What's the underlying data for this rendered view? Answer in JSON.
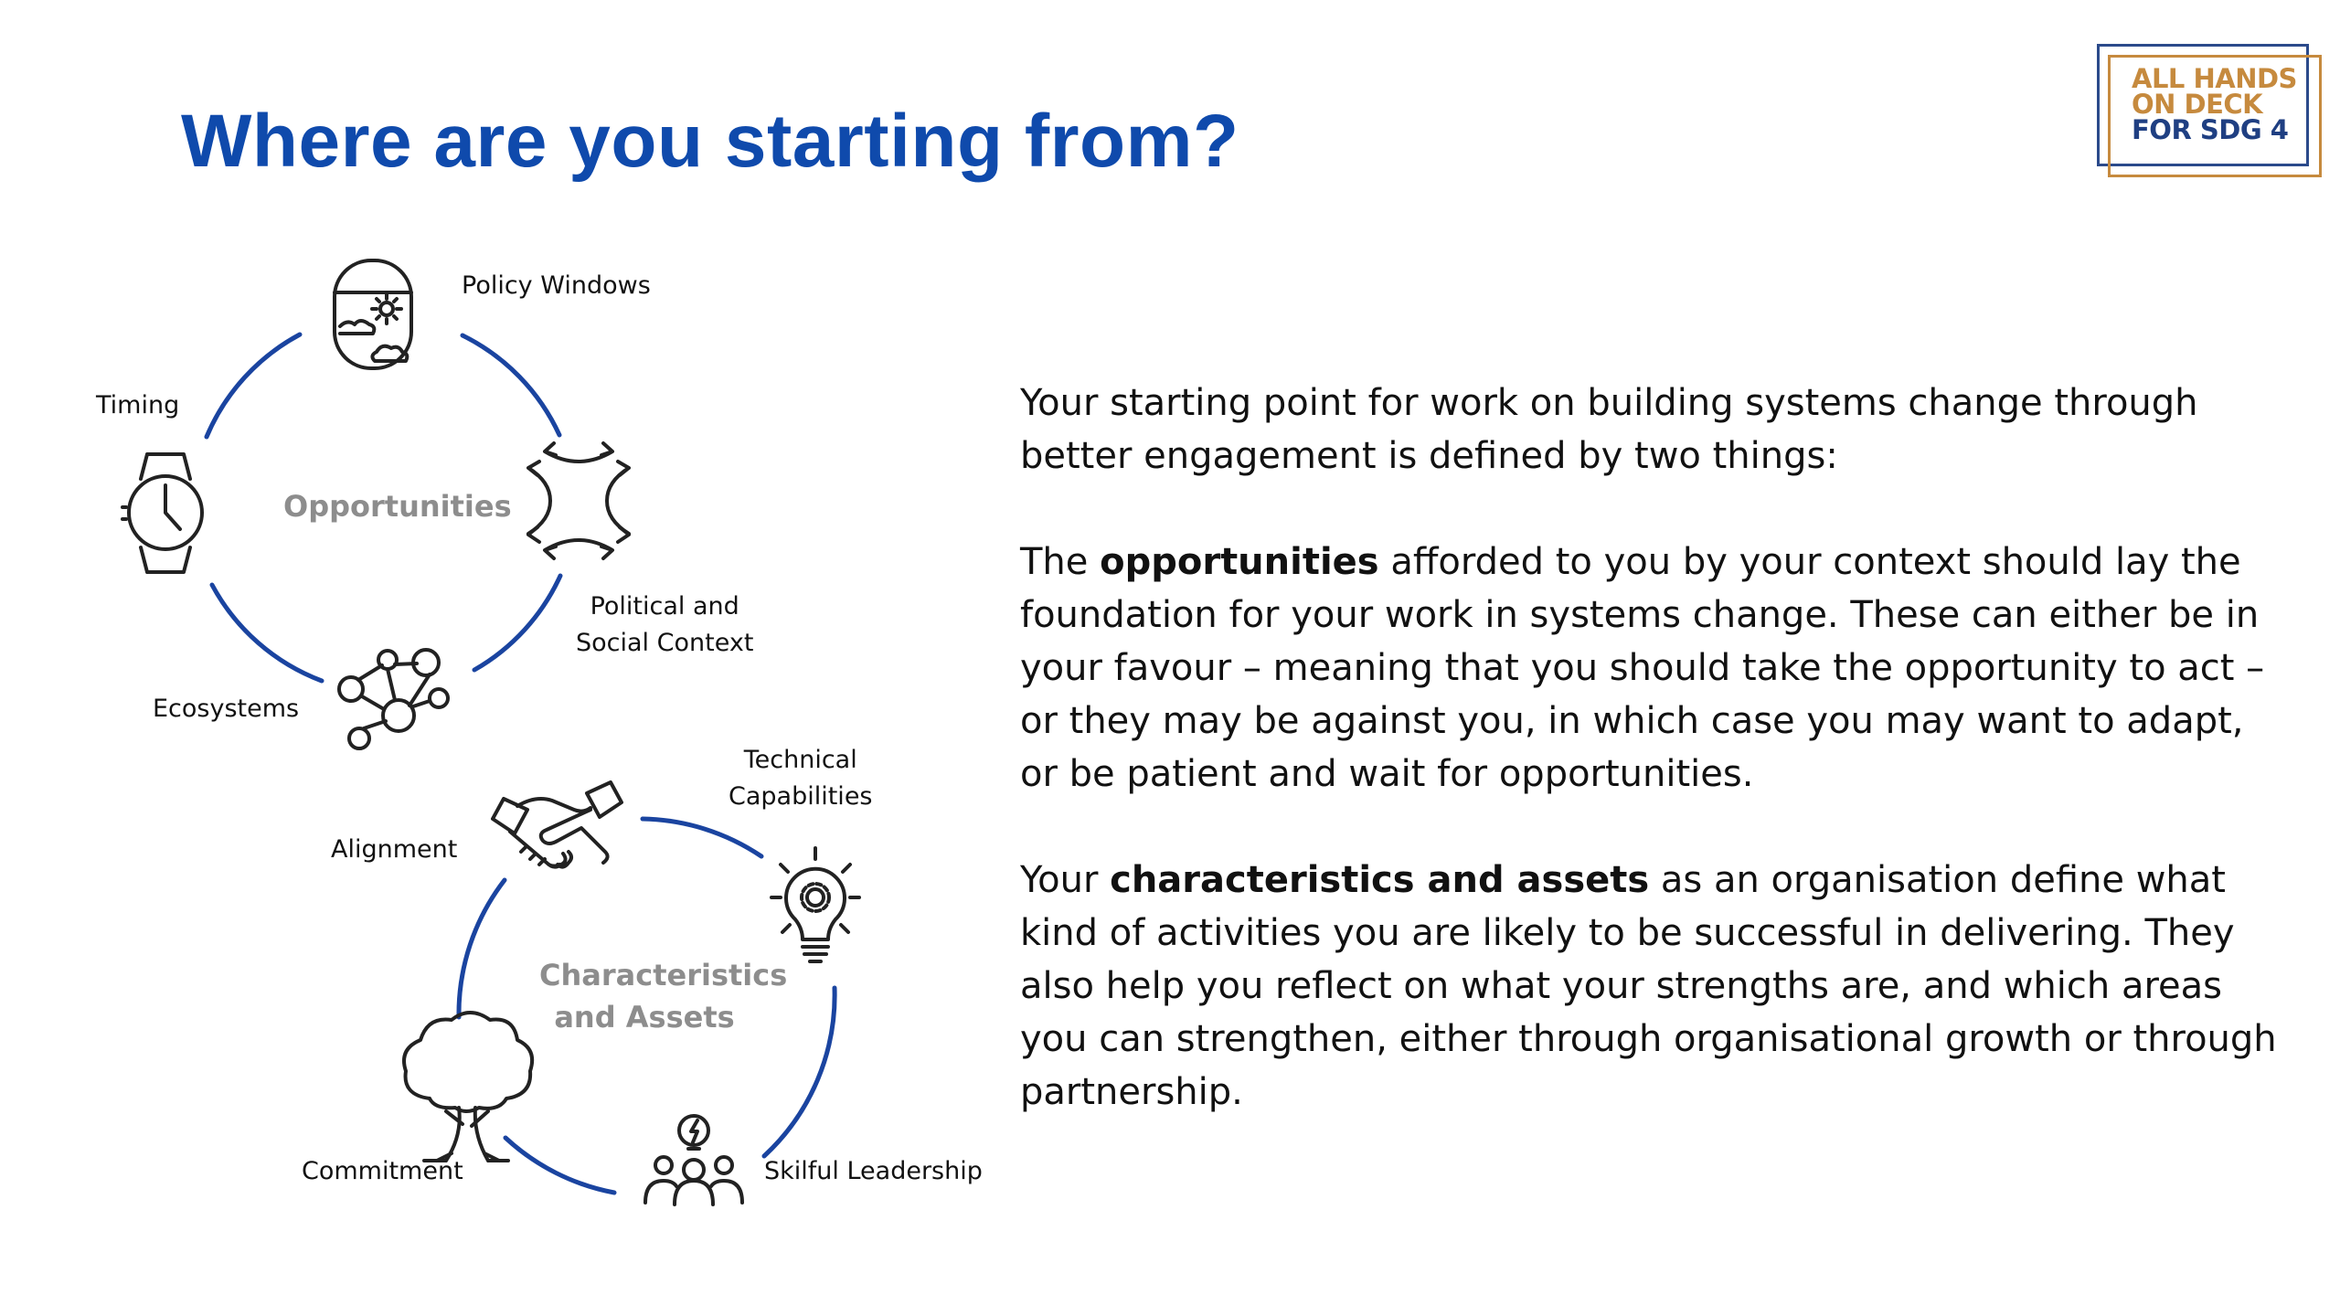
{
  "title": "Where are you starting from?",
  "logo": {
    "line1": "ALL HANDS",
    "line2": "ON DECK",
    "line3": "FOR SDG 4"
  },
  "colors": {
    "title": "#0f4aac",
    "ring": "#1a44a0",
    "center_label": "#8d8d8d",
    "logo_gold": "#c68a3e",
    "logo_navy": "#1f3f82"
  },
  "opportunities": {
    "center_label": "Opportunities",
    "items": [
      {
        "label": "Policy Windows",
        "icon": "window-weather-icon"
      },
      {
        "label": "Political and\nSocial Context",
        "icon": "conflict-arrows-icon"
      },
      {
        "label": "Ecosystems",
        "icon": "network-people-icon"
      },
      {
        "label": "Timing",
        "icon": "watch-icon"
      }
    ]
  },
  "characteristics": {
    "center_label_line1": "Characteristics",
    "center_label_line2": "and Assets",
    "items": [
      {
        "label": "Technical\nCapabilities",
        "icon": "lightbulb-gear-icon"
      },
      {
        "label": "Skilful Leadership",
        "icon": "leader-group-icon"
      },
      {
        "label": "Commitment",
        "icon": "tree-icon"
      },
      {
        "label": "Alignment",
        "icon": "handshake-icon"
      }
    ]
  },
  "text": {
    "p1": "Your starting point for work on building systems change through better engagement is defined by two things:",
    "p2_pre": "The ",
    "p2_bold": "opportunities",
    "p2_post": " afforded to you by your context should lay the foundation for your work in systems change. These can either be in your favour – meaning that you should take the opportunity to act – or they may be against you, in which case you may want to adapt, or be patient and wait for opportunities.",
    "p3_pre": "Your ",
    "p3_bold": "characteristics and assets",
    "p3_post": " as an organisation define what kind of activities you are likely to be successful in delivering. They also help you reflect on what your strengths are, and which areas you can strengthen, either through organisational growth or through partnership."
  }
}
